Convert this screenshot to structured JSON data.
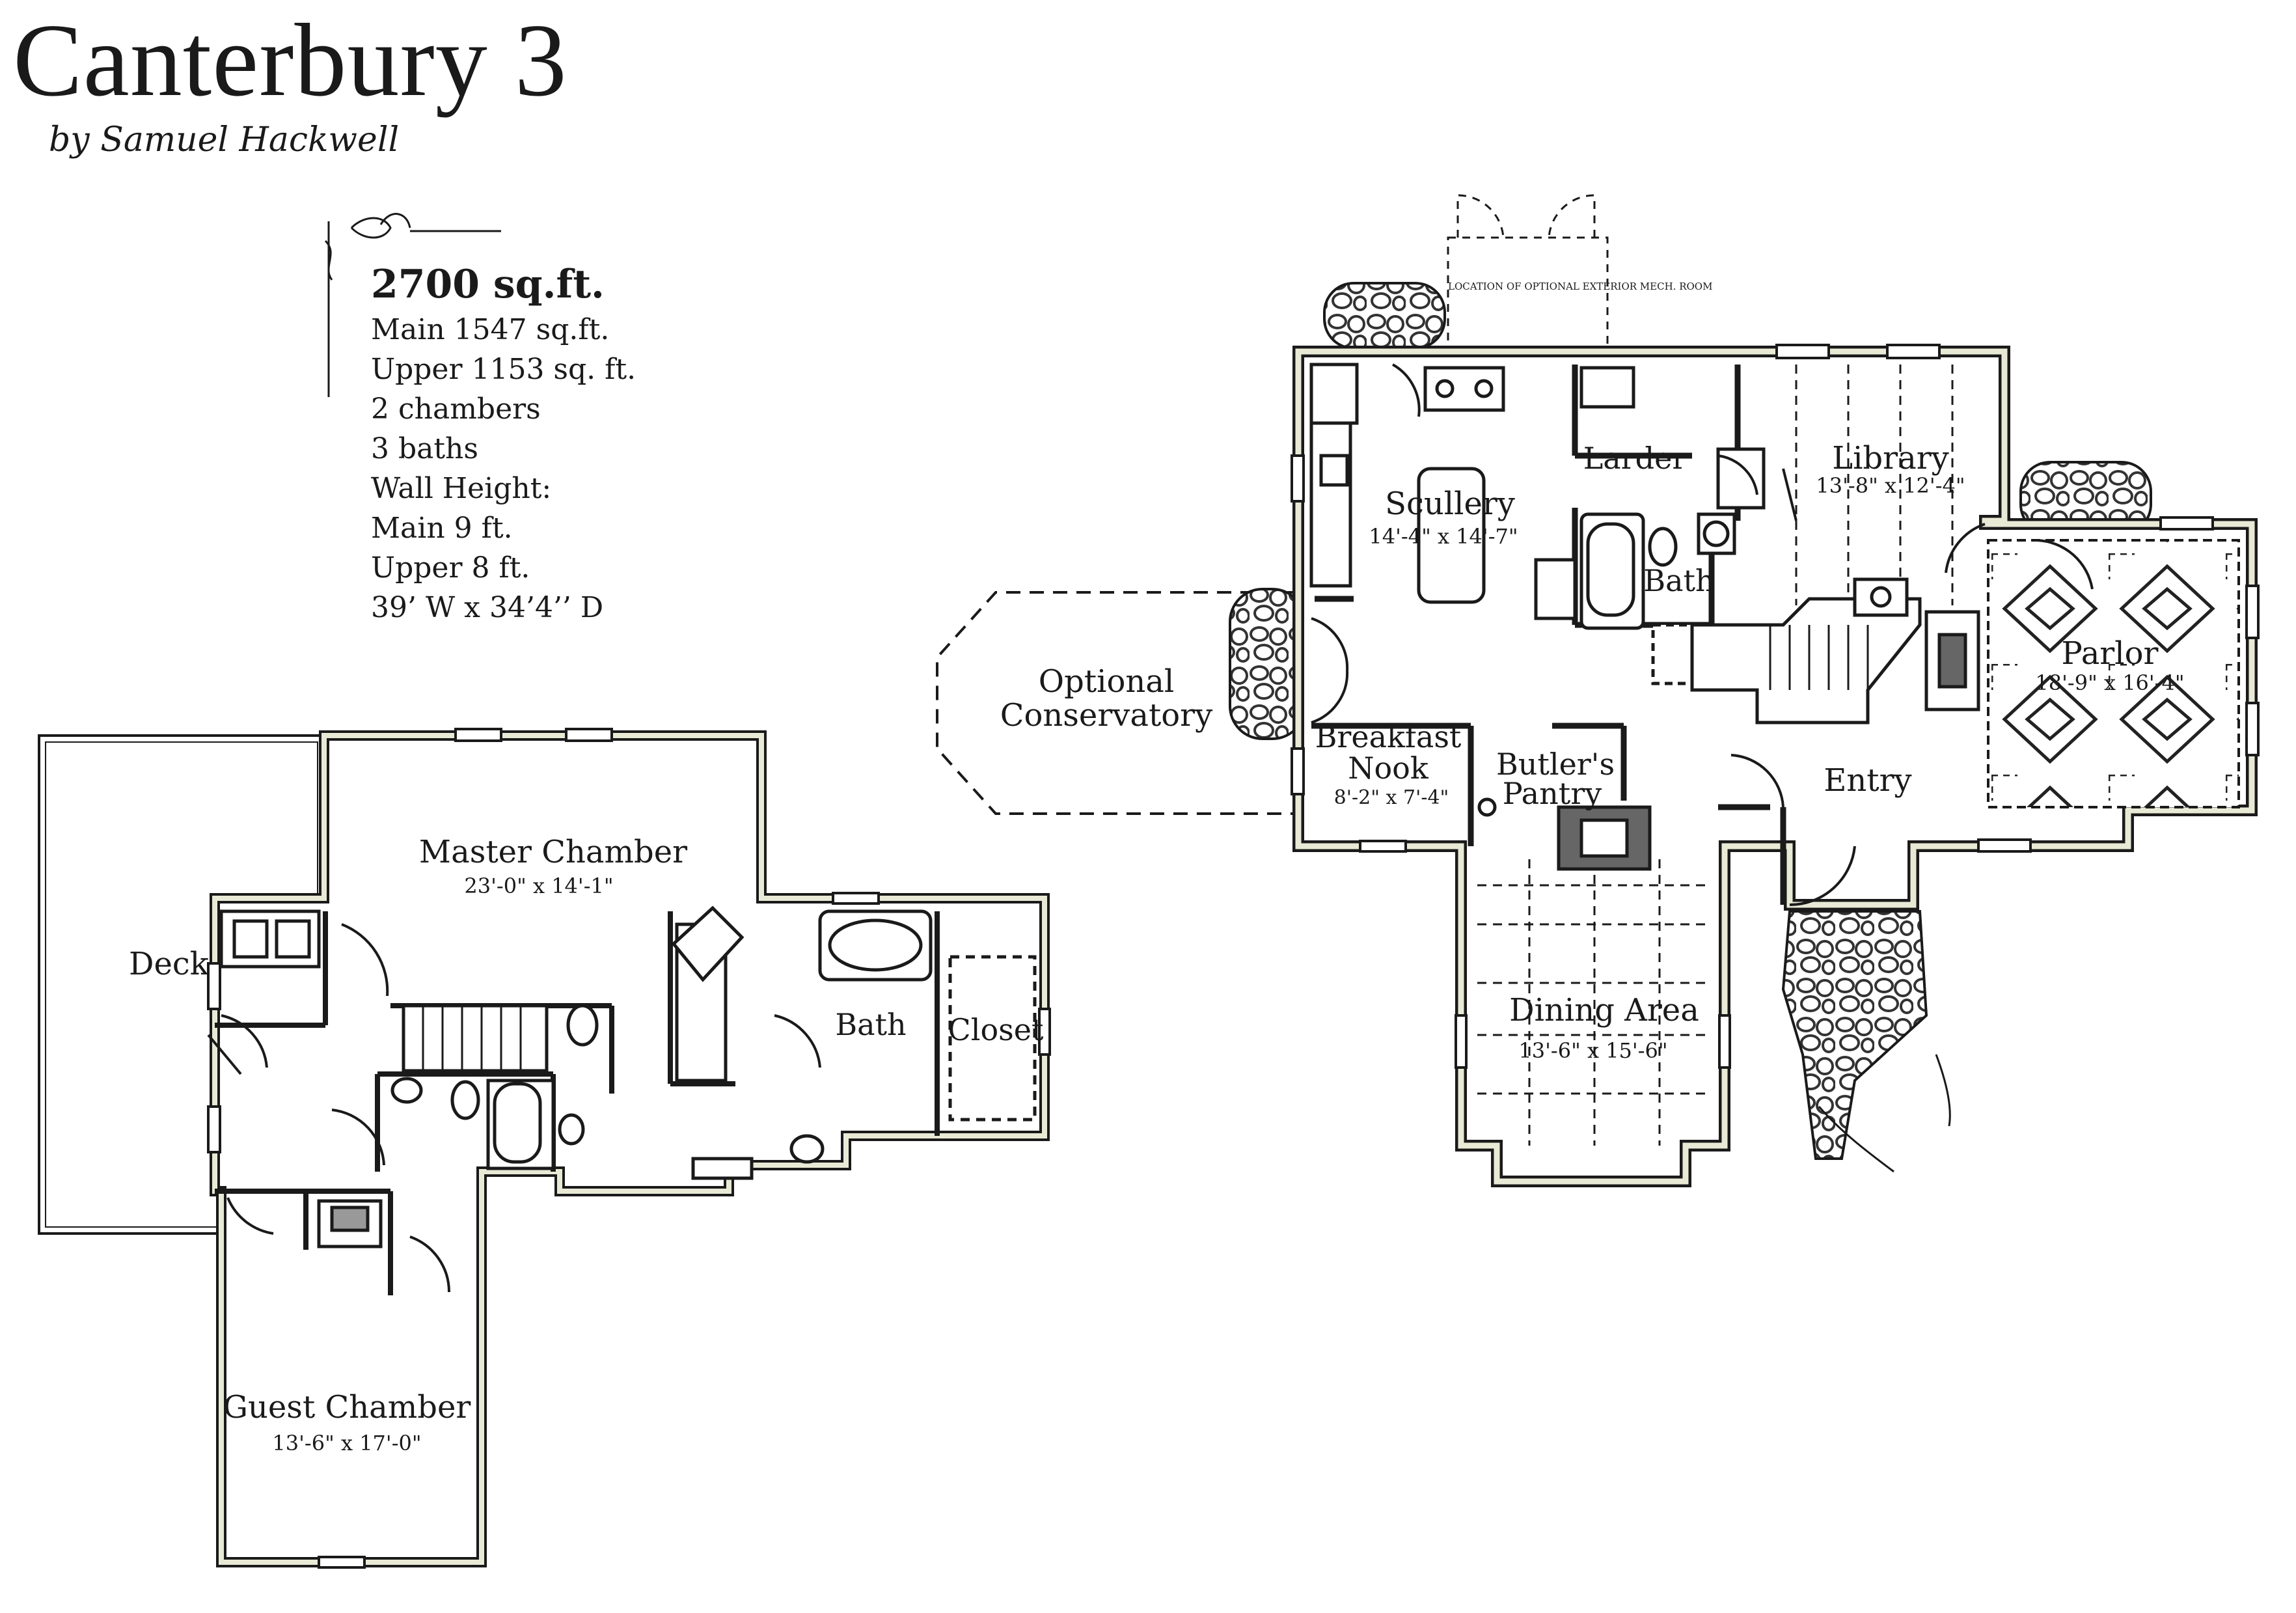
{
  "title": "Canterbury 3",
  "byline": "by Samuel Hackwell",
  "specs": {
    "total": "2700 sq.ft.",
    "lines": [
      "Main 1547 sq.ft.",
      "Upper 1153 sq. ft.",
      "2 chambers",
      "3 baths",
      "Wall Height:",
      "Main 9 ft.",
      "Upper 8 ft.",
      "39’ W x 34’4’’ D"
    ]
  },
  "upper_floor": {
    "deck": "Deck",
    "master": {
      "name": "Master Chamber",
      "dim": "23'-0\" x 14'-1\""
    },
    "bath": "Bath",
    "closet": "Closet",
    "guest": {
      "name": "Guest Chamber",
      "dim": "13'-6\" x 17'-0\""
    }
  },
  "main_floor": {
    "mech_note": "LOCATION OF OPTIONAL EXTERIOR MECH. ROOM",
    "scullery": {
      "name": "Scullery",
      "dim": "14'-4\" x 14'-7\""
    },
    "larder": "Larder",
    "bath": "Bath",
    "library": {
      "name": "Library",
      "dim": "13'-8\" x 12'-4\""
    },
    "parlor": {
      "name": "Parlor",
      "dim": "18'-9\" x 16'-4\""
    },
    "conservatory": {
      "line1": "Optional",
      "line2": "Conservatory"
    },
    "breakfast": {
      "line1": "Breakfast",
      "line2": "Nook",
      "dim": "8'-2\" x 7'-4\""
    },
    "pantry": {
      "line1": "Butler's",
      "line2": "Pantry"
    },
    "entry": "Entry",
    "dining": {
      "name": "Dining Area",
      "dim": "13'-6\" x 15'-6\""
    }
  },
  "colors": {
    "wall_fill": "#e9ead6",
    "line": "#1a1a1a",
    "stone": "#555555"
  }
}
